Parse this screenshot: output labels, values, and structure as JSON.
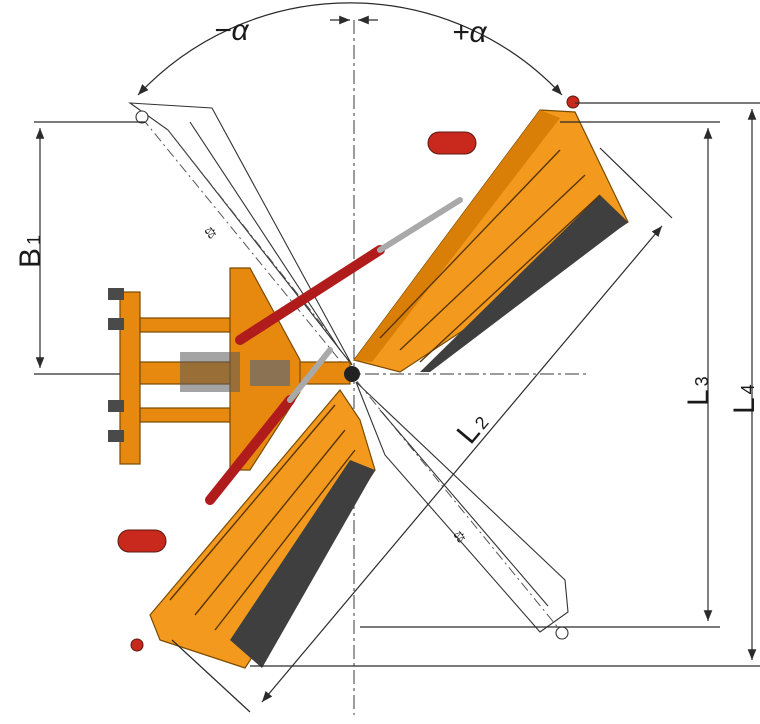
{
  "labels": {
    "minus_alpha": "−α",
    "plus_alpha": "+α",
    "b1_main": "B",
    "b1_sub": "1",
    "l2_main": "L",
    "l2_sub": "2",
    "l3_main": "L",
    "l3_sub": "3",
    "l4_main": "L",
    "l4_sub": "4"
  },
  "colors": {
    "blade": "#f39a1e",
    "blade_dark": "#d97e06",
    "rubber": "#3f3f3f",
    "cylinder": "#b01c1c",
    "frame": "#e8890f",
    "linework": "#2b2b2b"
  }
}
